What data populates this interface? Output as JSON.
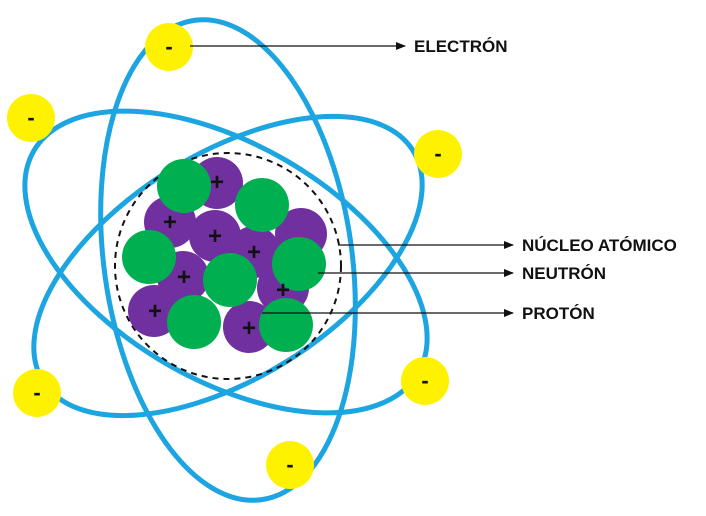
{
  "colors": {
    "orbit": "#1CA5E0",
    "electron": "#FFF200",
    "proton": "#7030A0",
    "neutron": "#00B050",
    "ink": "#111111"
  },
  "labels": {
    "electron": "ELECTRÓN",
    "nucleus": "NÚCLEO ATÓMICO",
    "neutron": "NEUTRÓN",
    "proton": "PROTÓN"
  },
  "signs": {
    "electron": "-",
    "proton": "+"
  }
}
